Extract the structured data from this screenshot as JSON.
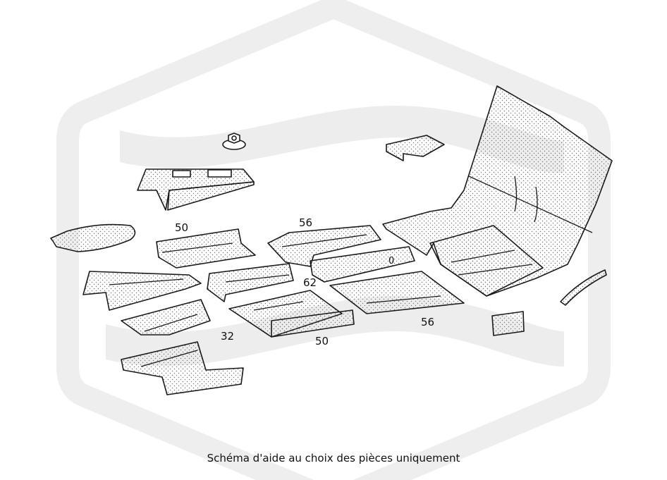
{
  "labels": {
    "l50a": "50",
    "l56a": "56",
    "l62": "62",
    "l32": "32",
    "l50b": "50",
    "l56b": "56",
    "hole": "0"
  },
  "caption": "Schéma d'aide au choix des pièces uniquement",
  "colors": {
    "watermark": "#ededed",
    "stroke": "#1a1a1a",
    "dots": "#6a6a6a"
  }
}
